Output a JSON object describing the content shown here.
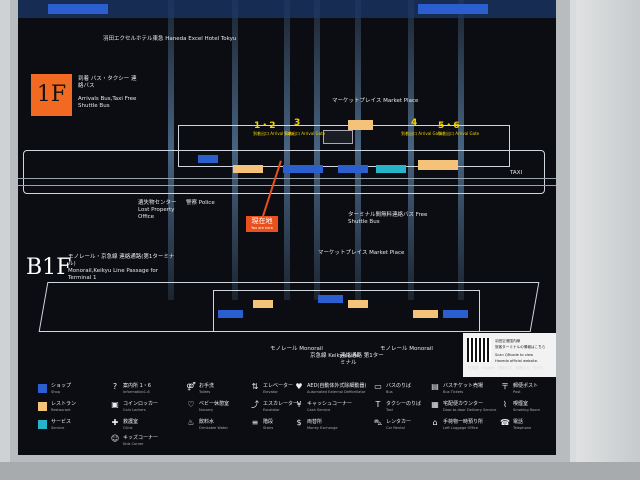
{
  "floors": {
    "f1": {
      "badge": "1F",
      "jp": "到着 バス・タクシー 連絡バス",
      "en": "Arrivals Bus,Taxi Free Shuttle Bus",
      "hotel": "羽田エクセルホテル東急 Haneda Excel Hotel Tokyu",
      "marketplace": "マーケットプレイス Market Place",
      "gates": [
        {
          "label": "1・2",
          "sub": "到着出口 Arrival Gate"
        },
        {
          "label": "3",
          "sub": "到着出口 Arrival Gate"
        },
        {
          "label": "4",
          "sub": "到着出口 Arrival Gate"
        },
        {
          "label": "5・6",
          "sub": "到着出口 Arrival Gate"
        }
      ],
      "shuttle": "ターミナル間無料連絡バス Free Shuttle Bus",
      "police": "警察 Police",
      "center": "遺失物センター Lost Property Office",
      "taxi": "TAXI"
    },
    "b1": {
      "badge": "B1F",
      "jp": "モノレール・京急線 連絡通路(第1ターミナル)",
      "en": "Monorail,Keikyu Line Passage for Terminal 1",
      "marketplace": "マーケットプレイス Market Place",
      "monorail_l": "モノレール Monorail",
      "keikyu": "京急線 Keikyu Line",
      "t1": "連絡通路 第1ターミナル",
      "monorail_r": "モノレール Monorail"
    }
  },
  "you_are_here": {
    "jp": "現在地",
    "en": "You are here"
  },
  "qr": {
    "jp1": "羽田空港国内線",
    "jp2": "旅客ターミナルの情報はこちら",
    "en1": "Scan QRcode to view",
    "en2": "Haneda official website.",
    "langs": "日本語　English　簡体中文　繁體中文　한국어"
  },
  "legend": {
    "shop": {
      "jp": "ショップ",
      "en": "Shop",
      "color": "#2b5fd0"
    },
    "restaurant": {
      "jp": "レストラン",
      "en": "Restaurant",
      "color": "#f5c27a"
    },
    "service": {
      "jp": "サービス",
      "en": "Service",
      "color": "#27b3c8"
    },
    "items": [
      {
        "jp": "案内所 1・6",
        "en": "Information1-6"
      },
      {
        "jp": "コインロッカー",
        "en": "Coin Lockers"
      },
      {
        "jp": "救護室",
        "en": "Clinic"
      },
      {
        "jp": "キッズコーナー",
        "en": "Kids Corner"
      },
      {
        "jp": "お手洗",
        "en": "Toilets"
      },
      {
        "jp": "ベビー休憩室",
        "en": "Nursery"
      },
      {
        "jp": "飲料水",
        "en": "Drinkable Water"
      },
      {
        "jp": "エレベーター",
        "en": "Elevator"
      },
      {
        "jp": "エスカレーター",
        "en": "Escalator"
      },
      {
        "jp": "階段",
        "en": "Stairs"
      },
      {
        "jp": "AED(自動体外式除細動器)",
        "en": "Automated External Defibrillator"
      },
      {
        "jp": "キャッシュコーナー",
        "en": "Cash Service"
      },
      {
        "jp": "両替所",
        "en": "Money Exchange"
      },
      {
        "jp": "バスのりば",
        "en": "Bus"
      },
      {
        "jp": "タクシーのりば",
        "en": "Taxi"
      },
      {
        "jp": "レンタカー",
        "en": "Car Rental"
      },
      {
        "jp": "バスチケット売場",
        "en": "Bus Tickets"
      },
      {
        "jp": "宅配便カウンター",
        "en": "Door-to-door Delivery Service"
      },
      {
        "jp": "手荷物一時預り所",
        "en": "Left Luggage Office"
      },
      {
        "jp": "郵便ポスト",
        "en": "Post"
      },
      {
        "jp": "喫煙室",
        "en": "Smoking Room"
      },
      {
        "jp": "電話",
        "en": "Telephone"
      }
    ]
  }
}
